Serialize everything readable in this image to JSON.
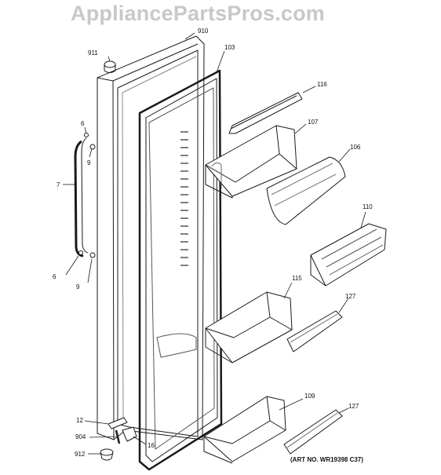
{
  "watermark": "AppliancePartsPros.com",
  "art_number": "(ART NO. WR19398 C37)",
  "callouts": {
    "c910": "910",
    "c911": "911",
    "c103": "103",
    "c116": "116",
    "c107": "107",
    "c106": "106",
    "c110": "110",
    "c115": "115",
    "c127a": "127",
    "c109": "109",
    "c127b": "127",
    "c6a": "6",
    "c9a": "9",
    "c7": "7",
    "c6b": "6",
    "c9b": "9",
    "c12": "12",
    "c904": "904",
    "c16": "16",
    "c912": "912"
  },
  "colors": {
    "line": "#1a1a1a",
    "fill": "#ffffff",
    "shade": "#cfcfcf",
    "watermark": "#c8c8c8"
  }
}
